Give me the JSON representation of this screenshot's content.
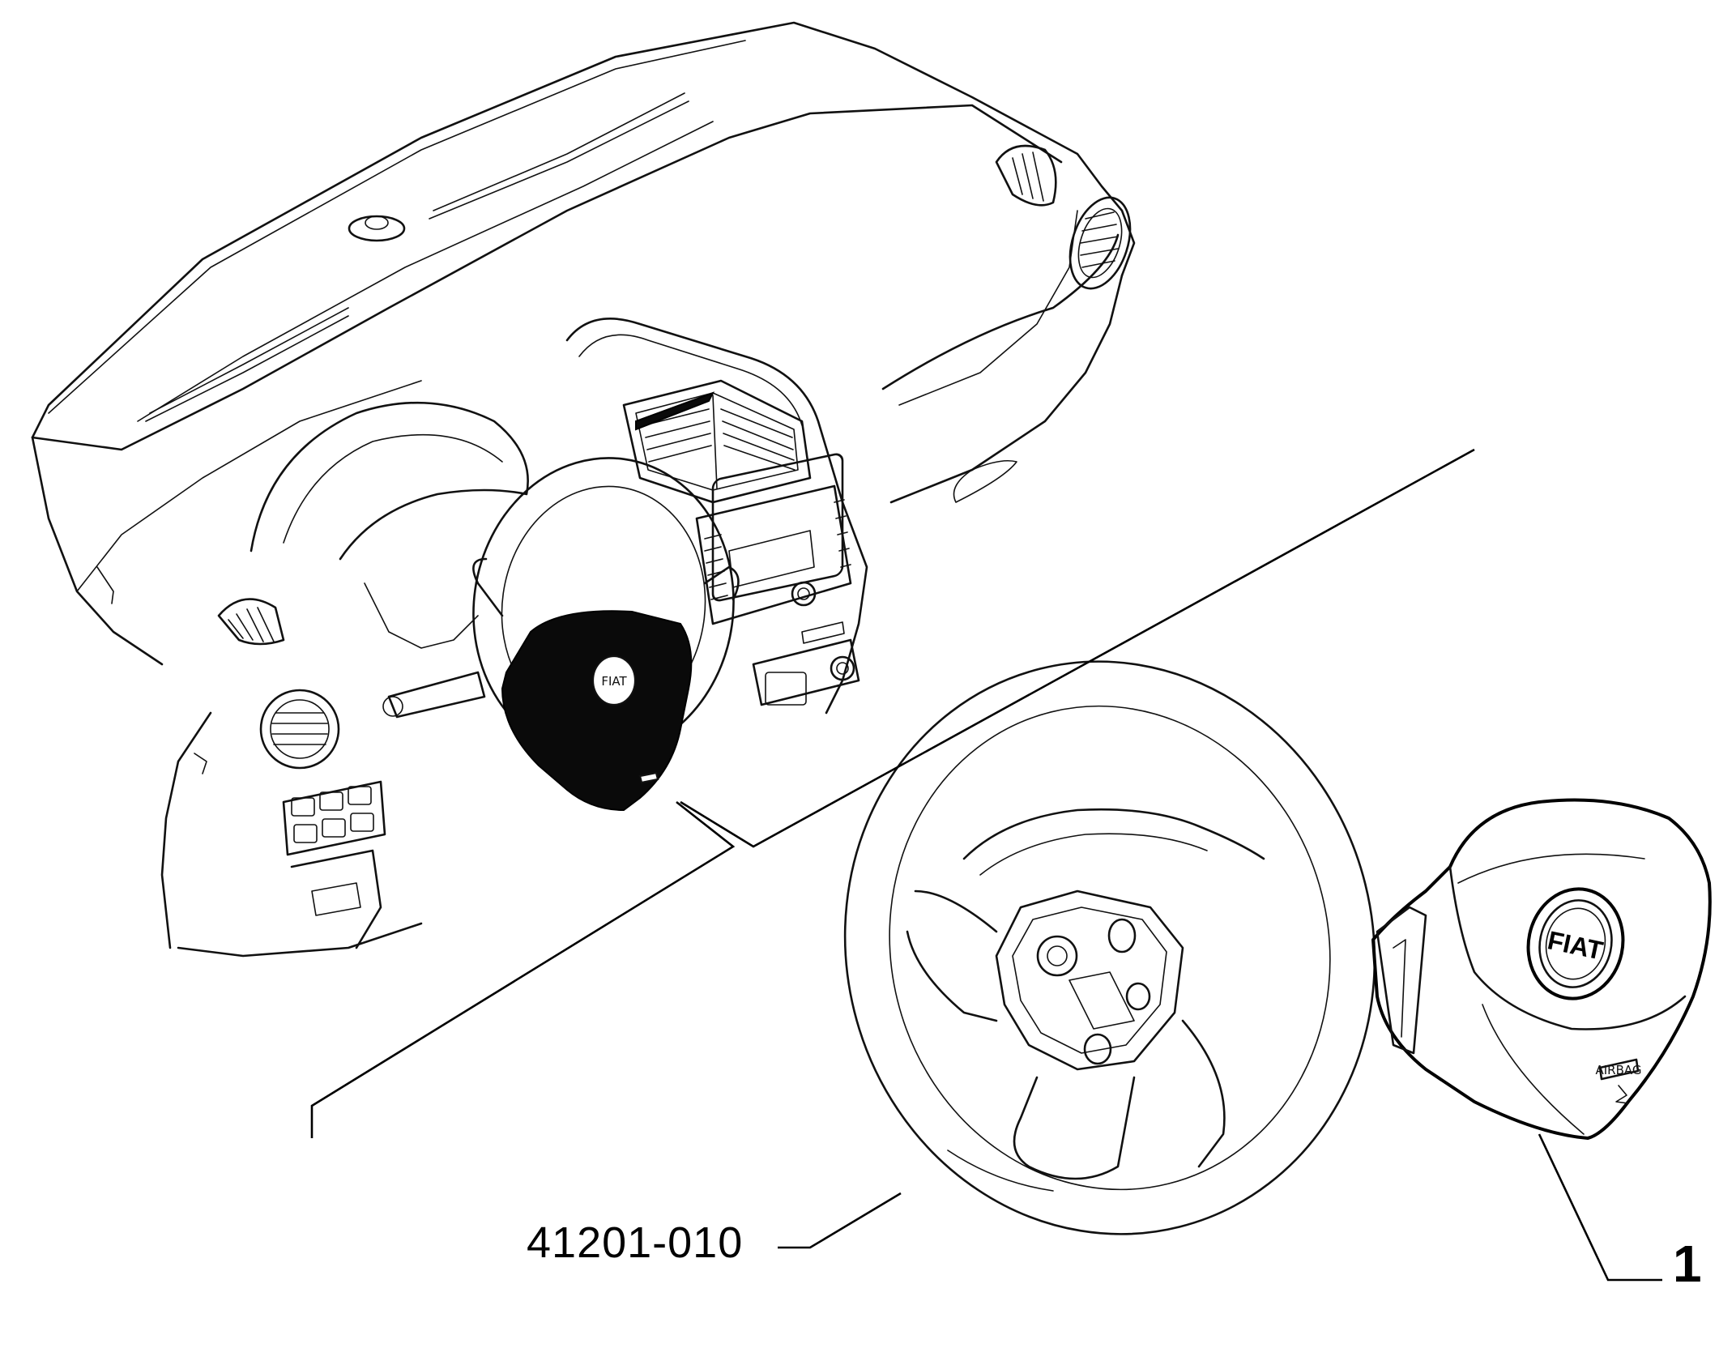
{
  "labels": {
    "part_code": "41201-010",
    "item_number": "1"
  },
  "logo_text": "FIAT",
  "airbag_text": "AIRBAG",
  "colors": {
    "line": "#111111",
    "background": "#ffffff",
    "airbag_fill": "#0a0a0a"
  }
}
